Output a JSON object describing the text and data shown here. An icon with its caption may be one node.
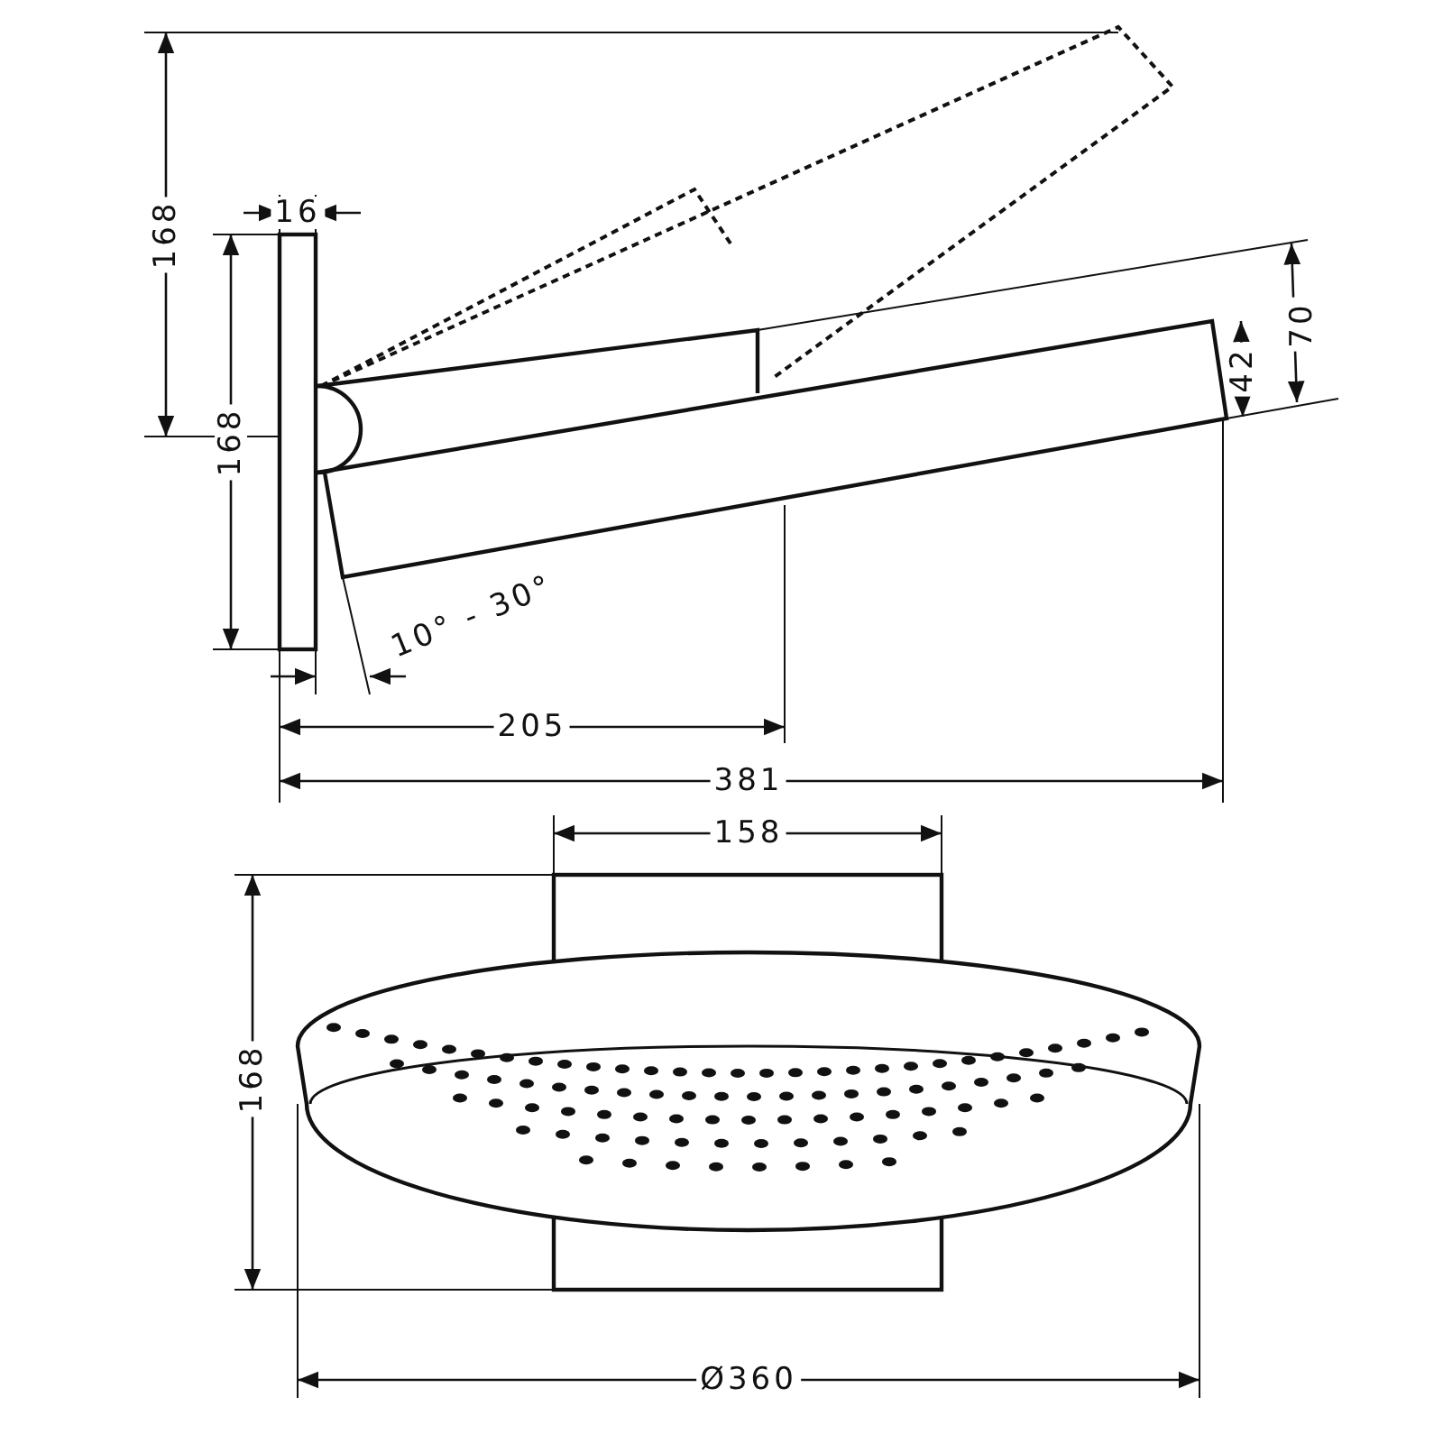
{
  "diagram": {
    "labels": [
      "168",
      "16",
      "168",
      "70",
      "42",
      "10° - 30°",
      "205",
      "381",
      "158",
      "168",
      "Ø360"
    ]
  }
}
